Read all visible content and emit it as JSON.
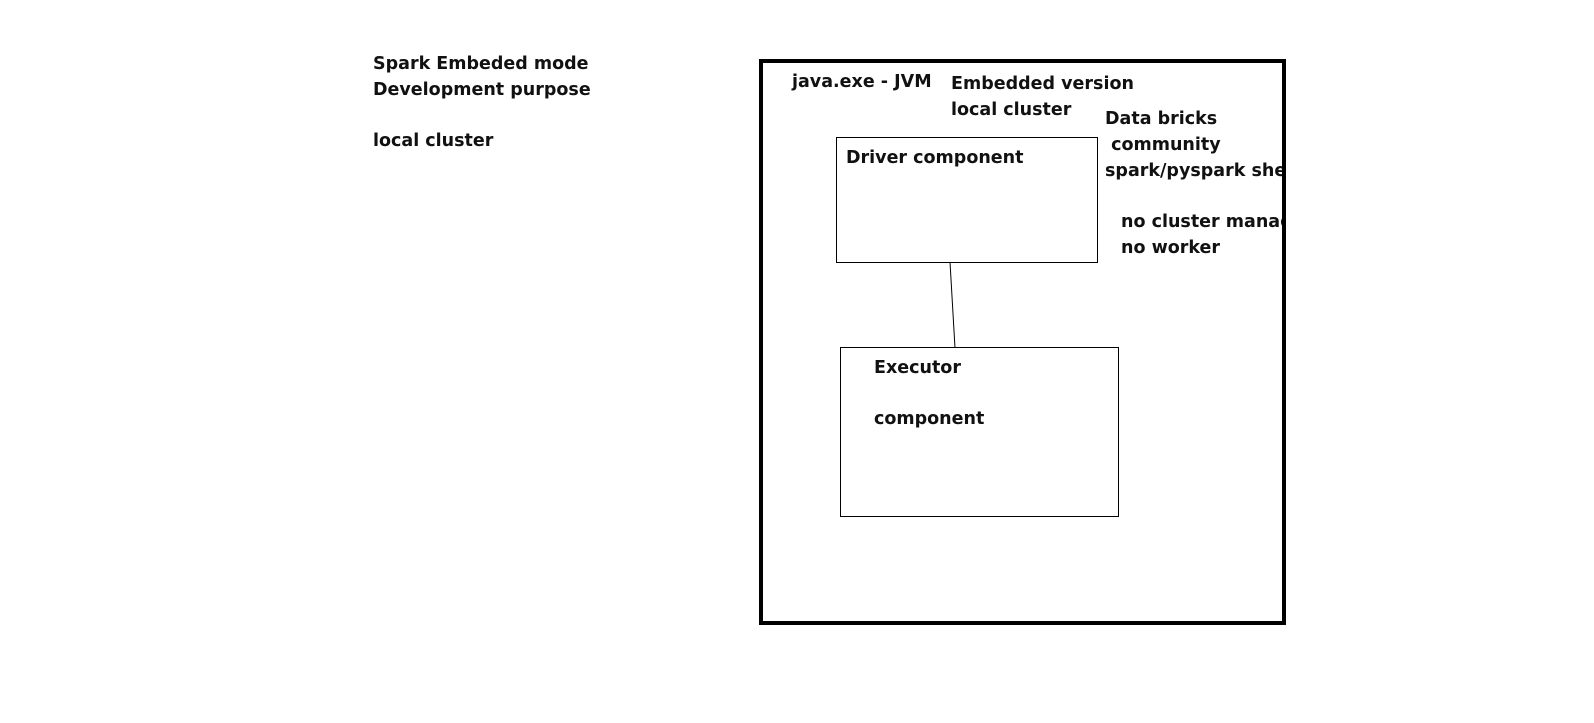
{
  "notes": {
    "line1": "Spark Embeded mode",
    "line2": "Development purpose",
    "line3": "local cluster"
  },
  "jvm": {
    "label": "java.exe - JVM"
  },
  "embedded": {
    "line1": "Embedded version",
    "line2": "local cluster"
  },
  "databricks": {
    "line1": "Data bricks",
    "line2": " community",
    "line3": "spark/pyspark shell"
  },
  "cluster_notes": {
    "line1": "no cluster manager",
    "line2": "no worker"
  },
  "driver": {
    "label": "Driver component"
  },
  "executor": {
    "line1": "Executor",
    "line2": "component"
  }
}
